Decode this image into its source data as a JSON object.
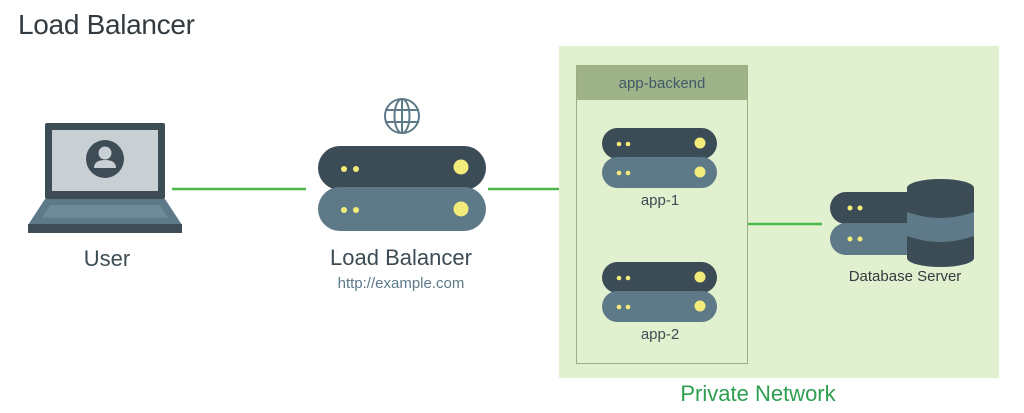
{
  "diagram": {
    "title": "Load Balancer",
    "private_network_label": "Private Network",
    "backend_group_label": "app-backend",
    "nodes": {
      "user": {
        "label": "User"
      },
      "load_balancer": {
        "label": "Load Balancer",
        "url": "http://example.com"
      },
      "app1": {
        "label": "app-1"
      },
      "app2": {
        "label": "app-2"
      },
      "database": {
        "label": "Database Server"
      }
    },
    "colors": {
      "connection": "#4cb84c",
      "server_dark": "#3c4c56",
      "server_light": "#5e7a88",
      "led": "#f3ec7b",
      "network_bg": "#e1f0cf",
      "group_header": "#9fb389",
      "network_label": "#2e9e4f"
    }
  }
}
